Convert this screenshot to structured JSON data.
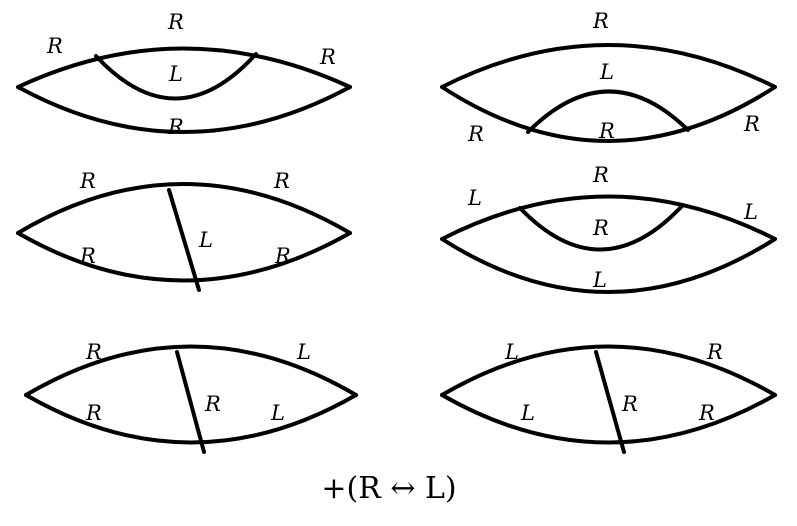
{
  "diagrams": [
    {
      "labels": [
        "R",
        "R",
        "R",
        "L",
        "R"
      ]
    },
    {
      "labels": [
        "R",
        "L",
        "R",
        "R",
        "R"
      ]
    },
    {
      "labels": [
        "R",
        "R",
        "L",
        "R",
        "R"
      ]
    },
    {
      "labels": [
        "R",
        "L",
        "L",
        "R",
        "L"
      ]
    },
    {
      "labels": [
        "R",
        "L",
        "R",
        "R",
        "L"
      ]
    },
    {
      "labels": [
        "L",
        "R",
        "L",
        "R",
        "R"
      ]
    }
  ],
  "footer": "+(R ↔ L)",
  "colors": {
    "stroke": "#000000",
    "background": "#ffffff"
  }
}
